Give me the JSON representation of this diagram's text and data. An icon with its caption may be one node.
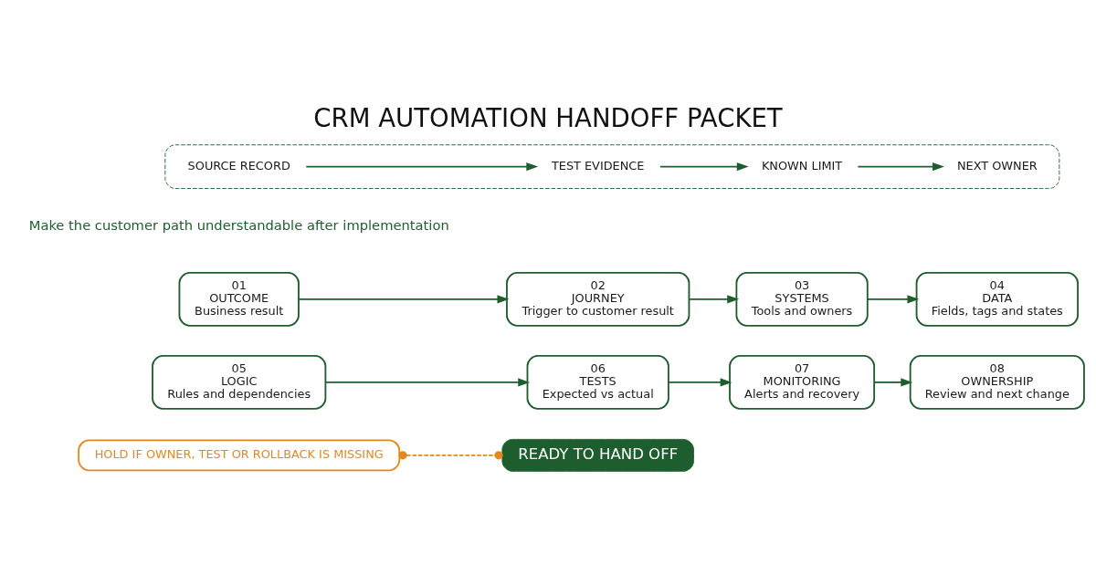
{
  "diagram": {
    "title": "CRM AUTOMATION HANDOFF PACKET",
    "nodes": [
      {
        "text": [
          "01",
          "OUTCOME",
          "Business result"
        ]
      },
      {
        "text": [
          "02",
          "JOURNEY",
          "Trigger to customer result"
        ]
      },
      {
        "text": [
          "03",
          "SYSTEMS",
          "Tools and owners"
        ]
      },
      {
        "text": [
          "04",
          "DATA",
          "Fields, tags and states"
        ]
      },
      {
        "text": [
          "05",
          "LOGIC",
          "Rules and dependencies"
        ]
      },
      {
        "text": [
          "06",
          "TESTS",
          "Expected vs actual"
        ]
      },
      {
        "text": [
          "07",
          "MONITORING",
          "Alerts and recovery"
        ]
      },
      {
        "text": [
          "08",
          "OWNERSHIP",
          "Review and next change"
        ]
      },
      {
        "text": [],
        "shape": "box"
      },
      {
        "text": [
          "SOURCE RECORD"
        ],
        "in": 8
      },
      {
        "text": [
          "TEST EVIDENCE"
        ],
        "in": 8
      },
      {
        "text": [
          "KNOWN LIMIT"
        ],
        "in": 8
      },
      {
        "text": [
          "NEXT OWNER"
        ],
        "in": 8
      },
      {
        "text": [
          "HOLD IF OWNER, TEST OR ROLLBACK IS MISSING"
        ]
      },
      {
        "text": [
          "READY TO HAND OFF"
        ]
      }
    ],
    "edges": [
      {
        "from": 0,
        "to": 1,
        "arrow": "to"
      },
      {
        "from": 1,
        "to": 2,
        "arrow": "to"
      },
      {
        "from": 2,
        "to": 3,
        "arrow": "to"
      },
      {
        "from": 4,
        "to": 5,
        "arrow": "to"
      },
      {
        "from": 5,
        "to": 6,
        "arrow": "to"
      },
      {
        "from": 6,
        "to": 7,
        "arrow": "to"
      },
      {
        "from": 9,
        "to": 10,
        "arrow": "to"
      },
      {
        "from": 10,
        "to": 11,
        "arrow": "to"
      },
      {
        "from": 11,
        "to": 12,
        "arrow": "to"
      },
      {
        "from": 13,
        "to": 14,
        "arrow": "other",
        "style": "dashed",
        "color": "#e08a1e"
      }
    ],
    "labels": [
      "Make the customer path understandable after implementation"
    ]
  }
}
